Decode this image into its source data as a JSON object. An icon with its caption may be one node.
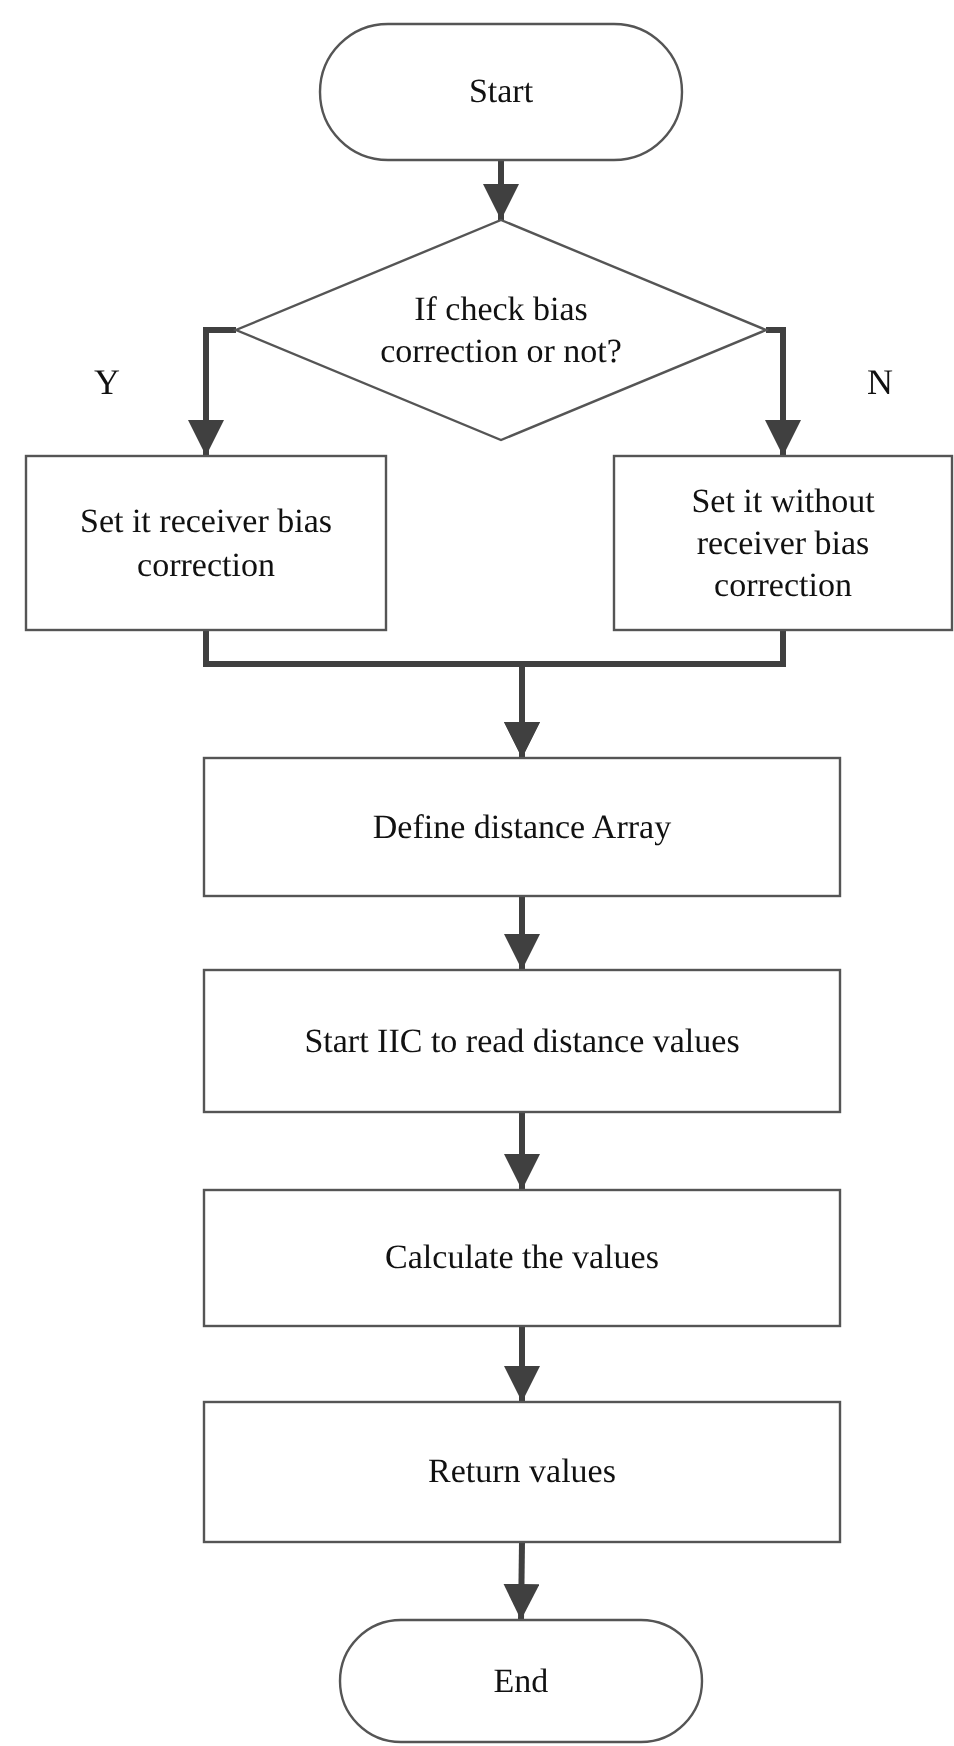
{
  "diagram": {
    "nodes": [
      {
        "text": [
          "Start"
        ]
      },
      {
        "text": [
          "If check bias correction or not?"
        ]
      },
      {
        "text": [
          "Set it receiver bias correction"
        ]
      },
      {
        "text": [
          "Set it without receiver bias correction"
        ]
      },
      {
        "text": [
          "Define distance Array"
        ]
      },
      {
        "text": [
          "Start IIC to read distance values"
        ]
      },
      {
        "text": [
          "Calculate the values"
        ]
      },
      {
        "text": [
          "Return values"
        ]
      },
      {
        "text": [
          "End"
        ]
      }
    ],
    "edges": [
      {
        "from": 0,
        "to": 1,
        "arrow": "to"
      },
      {
        "from": 1,
        "to": 2,
        "arrow": "to",
        "label": "Y"
      },
      {
        "from": 1,
        "to": 3,
        "arrow": "to",
        "label": "N"
      },
      {
        "from": 2,
        "to": 4,
        "arrow": "to"
      },
      {
        "from": 3,
        "to": 4,
        "arrow": "to"
      },
      {
        "from": 4,
        "to": 5,
        "arrow": "to"
      },
      {
        "from": 5,
        "to": 6,
        "arrow": "to"
      },
      {
        "from": 6,
        "to": 7,
        "arrow": "to"
      },
      {
        "from": 7,
        "to": 8,
        "arrow": "to"
      }
    ]
  }
}
